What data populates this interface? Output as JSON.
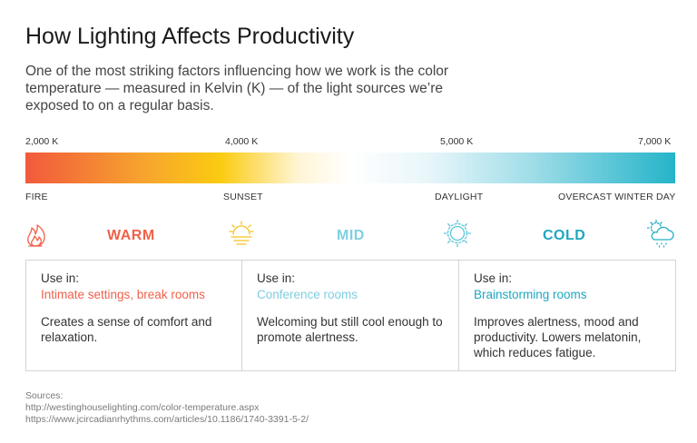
{
  "title": "How Lighting Affects Productivity",
  "intro": "One of the most striking factors influencing how we work is the color temperature — measured in Kelvin (K) — of the light sources we’re exposed to on a regular basis.",
  "scale": {
    "kelvin_labels": [
      "2,000 K",
      "4,000 K",
      "5,000 K",
      "7,000 K"
    ],
    "source_labels": [
      "FIRE",
      "SUNSET",
      "DAYLIGHT",
      "OVERCAST WINTER DAY"
    ],
    "gradient_colors": [
      "#f15a3c",
      "#fbcb10",
      "#ffffff",
      "#25b4c9"
    ]
  },
  "categories": [
    {
      "name": "WARM",
      "color": "#f0614a",
      "icon": "flame-icon",
      "use_in_label": "Use in:",
      "rooms": "Intimate settings, break rooms",
      "description": "Creates a sense of comfort and relaxation."
    },
    {
      "name": "MID",
      "color": "#7fcfe0",
      "icon": "sunset-icon",
      "use_in_label": "Use in:",
      "rooms": "Conference rooms",
      "description": "Welcoming but still cool enough to promote alertness."
    },
    {
      "name": "COLD",
      "color": "#1ea7c0",
      "icon": "sun-icon",
      "use_in_label": "Use in:",
      "rooms": "Brainstorming rooms",
      "description": "Improves alertness, mood and productivity. Lowers melatonin, which reduces fatigue."
    }
  ],
  "extra_icon": "cloud-snow-icon",
  "icon_colors": {
    "flame": "#f0614a",
    "sunset": "#f6c21e",
    "sun": "#5cc6da",
    "cloud": "#25aec7"
  },
  "sources": {
    "heading": "Sources:",
    "links": [
      "http://westinghouselighting.com/color-temperature.aspx",
      "https://www.jcircadianrhythms.com/articles/10.1186/1740-3391-5-2/"
    ]
  }
}
